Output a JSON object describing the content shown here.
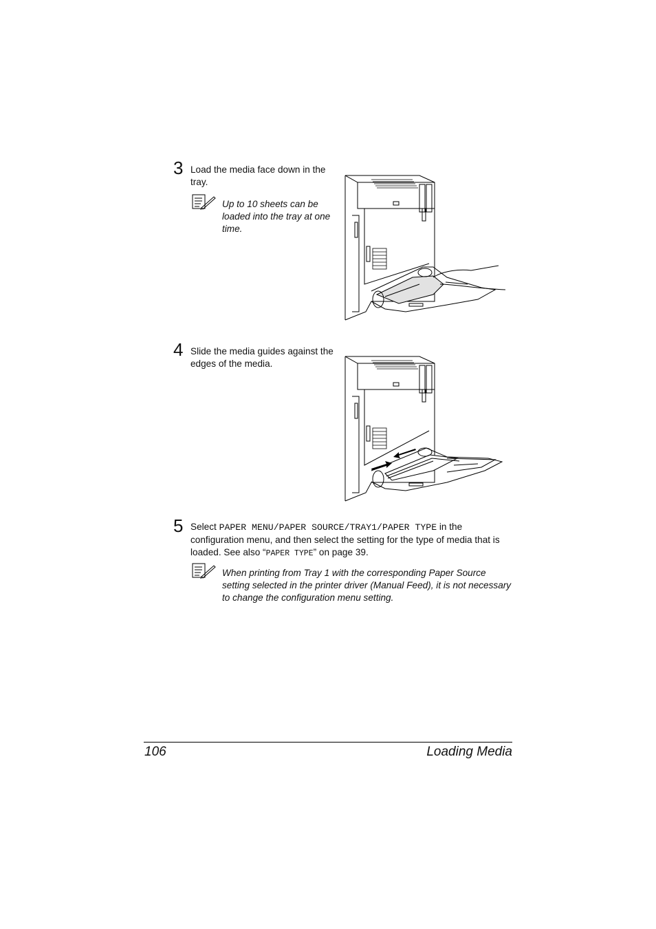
{
  "steps": [
    {
      "number": "3",
      "text": "Load the media face down in the tray.",
      "note": "Up to 10 sheets can be loaded into the tray at one time."
    },
    {
      "number": "4",
      "text": "Slide the media guides against the edges of the media."
    },
    {
      "number": "5",
      "text_before": "Select ",
      "menu_path": "PAPER MENU/PAPER SOURCE/TRAY1/PAPER TYPE",
      "text_after": " in the configuration menu, and then select the setting for the type of media that is loaded. See also “",
      "ref": "PAPER TYPE",
      "text_end": "” on page 39.",
      "note": "When printing from Tray 1 with the corresponding Paper Source setting selected in the printer driver (Manual Feed), it is not necessary to change the configuration menu setting."
    }
  ],
  "footer": {
    "page_number": "106",
    "section_title": "Loading Media"
  }
}
